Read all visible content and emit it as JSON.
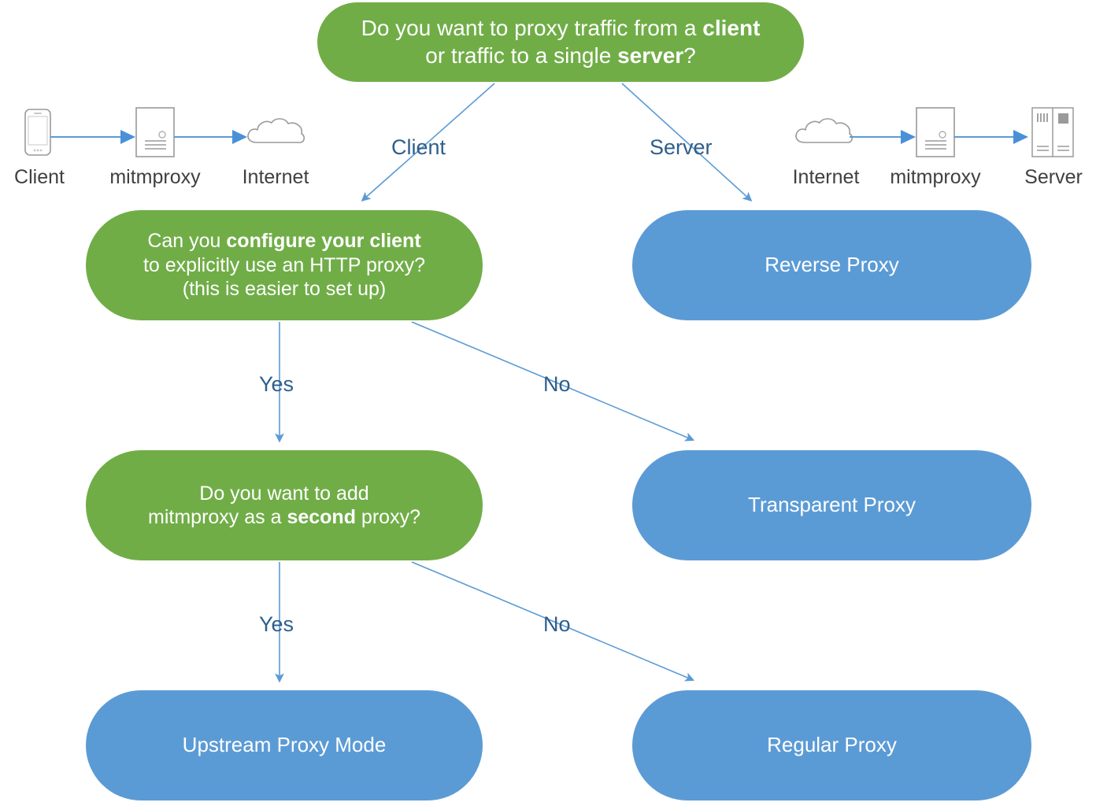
{
  "diagram": {
    "title": "mitmproxy mode selection flowchart",
    "colors": {
      "green": "#70ad47",
      "blue": "#5b9bd5",
      "edge": "#5b9bd5",
      "edge_label": "#2e5f8a",
      "caption": "#404040",
      "icon_outline": "#8c8c8c",
      "background": "#ffffff"
    },
    "nodes": {
      "root": {
        "id": "root-question",
        "type": "question",
        "color": "green",
        "line1_pre": "Do you want to proxy traffic from a ",
        "line1_bold": "client",
        "line1_post": "",
        "line2_pre": "or traffic to a single ",
        "line2_bold": "server",
        "line2_post": "?",
        "text": "Do you want to proxy traffic from a client or traffic to a single server?"
      },
      "configure": {
        "id": "configure-client-question",
        "type": "question",
        "color": "green",
        "line1_pre": "Can you ",
        "line1_bold": "configure your client",
        "line1_post": "",
        "line2": "to explicitly use an HTTP proxy?",
        "line3": "(this is easier to set up)",
        "text": "Can you configure your client to explicitly use an HTTP proxy? (this is easier to set up)"
      },
      "second": {
        "id": "second-proxy-question",
        "type": "question",
        "color": "green",
        "line1": "Do you want to add",
        "line2_pre": "mitmproxy as a ",
        "line2_bold": "second",
        "line2_post": " proxy?",
        "text": "Do you want to add mitmproxy as a second proxy?"
      },
      "reverse": {
        "id": "reverse-proxy",
        "type": "outcome",
        "color": "blue",
        "label": "Reverse Proxy"
      },
      "transparent": {
        "id": "transparent-proxy",
        "type": "outcome",
        "color": "blue",
        "label": "Transparent Proxy"
      },
      "upstream": {
        "id": "upstream-proxy-mode",
        "type": "outcome",
        "color": "blue",
        "label": "Upstream Proxy Mode"
      },
      "regular": {
        "id": "regular-proxy",
        "type": "outcome",
        "color": "blue",
        "label": "Regular Proxy"
      }
    },
    "edges": [
      {
        "from": "root",
        "to": "configure",
        "label": "Client"
      },
      {
        "from": "root",
        "to": "reverse",
        "label": "Server"
      },
      {
        "from": "configure",
        "to": "second",
        "label": "Yes"
      },
      {
        "from": "configure",
        "to": "transparent",
        "label": "No"
      },
      {
        "from": "second",
        "to": "upstream",
        "label": "Yes"
      },
      {
        "from": "second",
        "to": "regular",
        "label": "No"
      }
    ],
    "edge_labels": {
      "client": "Client",
      "server": "Server",
      "yes_1": "Yes",
      "no_1": "No",
      "yes_2": "Yes",
      "no_2": "No"
    },
    "illustrations": {
      "left": {
        "name": "client-to-internet-flow",
        "captions": [
          "Client",
          "mitmproxy",
          "Internet"
        ],
        "icons": [
          "phone-icon",
          "document-server-icon",
          "cloud-icon"
        ]
      },
      "right": {
        "name": "internet-to-server-flow",
        "captions": [
          "Internet",
          "mitmproxy",
          "Server"
        ],
        "icons": [
          "cloud-icon",
          "document-server-icon",
          "server-rack-icon"
        ]
      }
    }
  }
}
